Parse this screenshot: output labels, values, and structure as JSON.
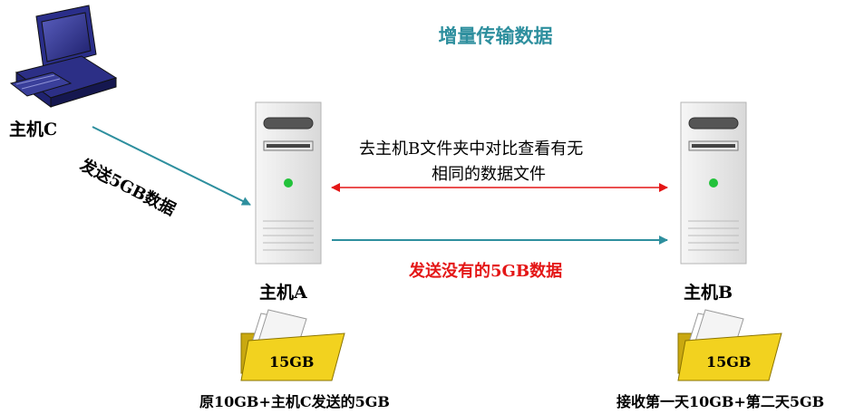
{
  "title": "增量传输数据",
  "host_c": {
    "label": "主机C"
  },
  "host_a": {
    "label": "主机A",
    "folder_size": "15GB",
    "folder_caption": "原10GB+主机C发送的5GB"
  },
  "host_b": {
    "label": "主机B",
    "folder_size": "15GB",
    "folder_caption": "接收第一天10GB+第二天5GB"
  },
  "arrow_c_to_a": {
    "label": "发送5GB数据"
  },
  "compare_arrow": {
    "label_line1": "去主机B文件夹中对比查看有无",
    "label_line2": "相同的数据文件",
    "color": "#e41616"
  },
  "send_arrow": {
    "label": "发送没有的5GB数据",
    "color": "#2e8f9e"
  },
  "colors": {
    "title": "#2e8f9e",
    "folder": "#f2d21f",
    "server_light": "#22c23a"
  }
}
